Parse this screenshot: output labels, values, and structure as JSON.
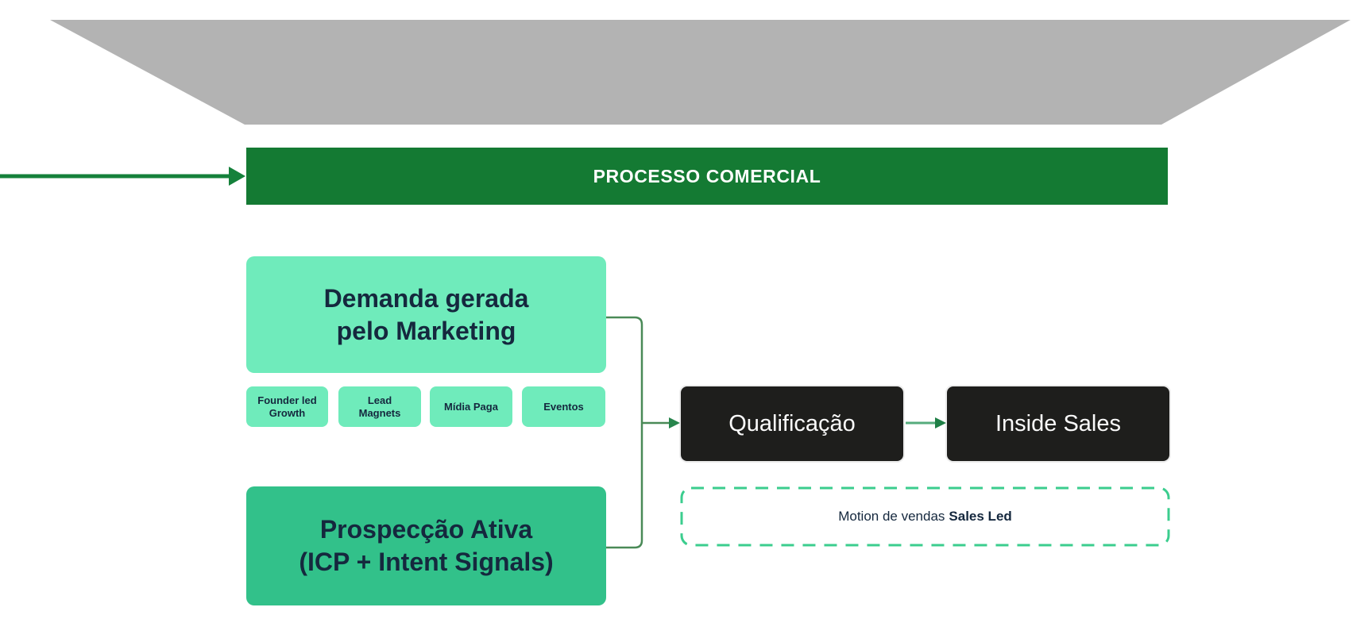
{
  "diagram": {
    "funnel": {
      "description": "funnel-bottom-shape"
    },
    "banner": {
      "label": "PROCESSO COMERCIAL"
    },
    "marketing_box": {
      "line1": "Demanda gerada",
      "line2": "pelo Marketing"
    },
    "channels": [
      {
        "label": "Founder led Growth"
      },
      {
        "label": "Lead Magnets"
      },
      {
        "label": "Mídia Paga"
      },
      {
        "label": "Eventos"
      }
    ],
    "prospecting_box": {
      "line1": "Prospecção Ativa",
      "line2": "(ICP + Intent Signals)"
    },
    "qualification_box": {
      "label": "Qualificação"
    },
    "inside_sales_box": {
      "label": "Inside Sales"
    },
    "motion_note": {
      "prefix": "Motion de vendas",
      "emphasis": "Sales Led"
    }
  },
  "colors": {
    "funnel_gray": "#b3b3b3",
    "banner_green": "#147a33",
    "inflow_arrow_green": "#15813b",
    "mint": "#6febbb",
    "emerald": "#32c18a",
    "connector_green": "#4a8a57",
    "arrowhead_green": "#27854c",
    "mid_arrow_green": "#55ab7c",
    "dashed_border_green": "#3bcd8e",
    "node_black": "#1e1e1c",
    "navy_text": "#15283e",
    "banner_text": "#ffffff"
  }
}
